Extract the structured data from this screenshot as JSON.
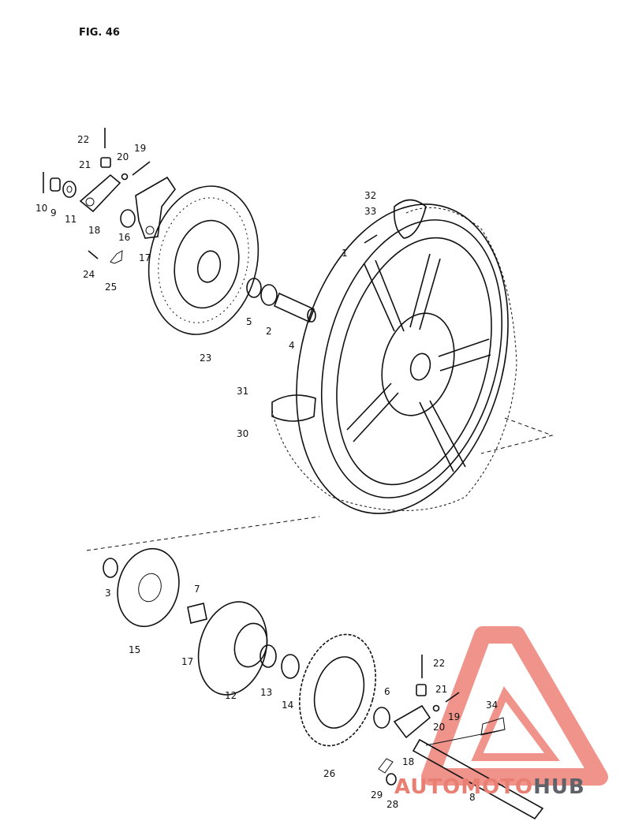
{
  "figure": {
    "title": "FIG. 46"
  },
  "callouts": [
    {
      "id": "c10",
      "text": "10"
    },
    {
      "id": "c9",
      "text": "9"
    },
    {
      "id": "c11",
      "text": "11"
    },
    {
      "id": "c18a",
      "text": "18"
    },
    {
      "id": "c16",
      "text": "16"
    },
    {
      "id": "c17a",
      "text": "17"
    },
    {
      "id": "c22a",
      "text": "22"
    },
    {
      "id": "c21a",
      "text": "21"
    },
    {
      "id": "c20a",
      "text": "20"
    },
    {
      "id": "c19a",
      "text": "19"
    },
    {
      "id": "c24",
      "text": "24"
    },
    {
      "id": "c25",
      "text": "25"
    },
    {
      "id": "c23",
      "text": "23"
    },
    {
      "id": "c5",
      "text": "5"
    },
    {
      "id": "c2",
      "text": "2"
    },
    {
      "id": "c4",
      "text": "4"
    },
    {
      "id": "c32",
      "text": "32"
    },
    {
      "id": "c33",
      "text": "33"
    },
    {
      "id": "c1",
      "text": "1"
    },
    {
      "id": "c31",
      "text": "31"
    },
    {
      "id": "c30",
      "text": "30"
    },
    {
      "id": "c3",
      "text": "3"
    },
    {
      "id": "c15",
      "text": "15"
    },
    {
      "id": "c7",
      "text": "7"
    },
    {
      "id": "c17b",
      "text": "17"
    },
    {
      "id": "c12",
      "text": "12"
    },
    {
      "id": "c13",
      "text": "13"
    },
    {
      "id": "c14",
      "text": "14"
    },
    {
      "id": "c26",
      "text": "26"
    },
    {
      "id": "c6",
      "text": "6"
    },
    {
      "id": "c22b",
      "text": "22"
    },
    {
      "id": "c21b",
      "text": "21"
    },
    {
      "id": "c19b",
      "text": "19"
    },
    {
      "id": "c20b",
      "text": "20"
    },
    {
      "id": "c34",
      "text": "34"
    },
    {
      "id": "c18b",
      "text": "18"
    },
    {
      "id": "c29",
      "text": "29"
    },
    {
      "id": "c28",
      "text": "28"
    },
    {
      "id": "c8",
      "text": "8"
    }
  ],
  "watermark": {
    "part1": "AUTOMOTO",
    "part2": "HUB",
    "color_primary": "#e97f73",
    "color_secondary": "#5f6268"
  }
}
